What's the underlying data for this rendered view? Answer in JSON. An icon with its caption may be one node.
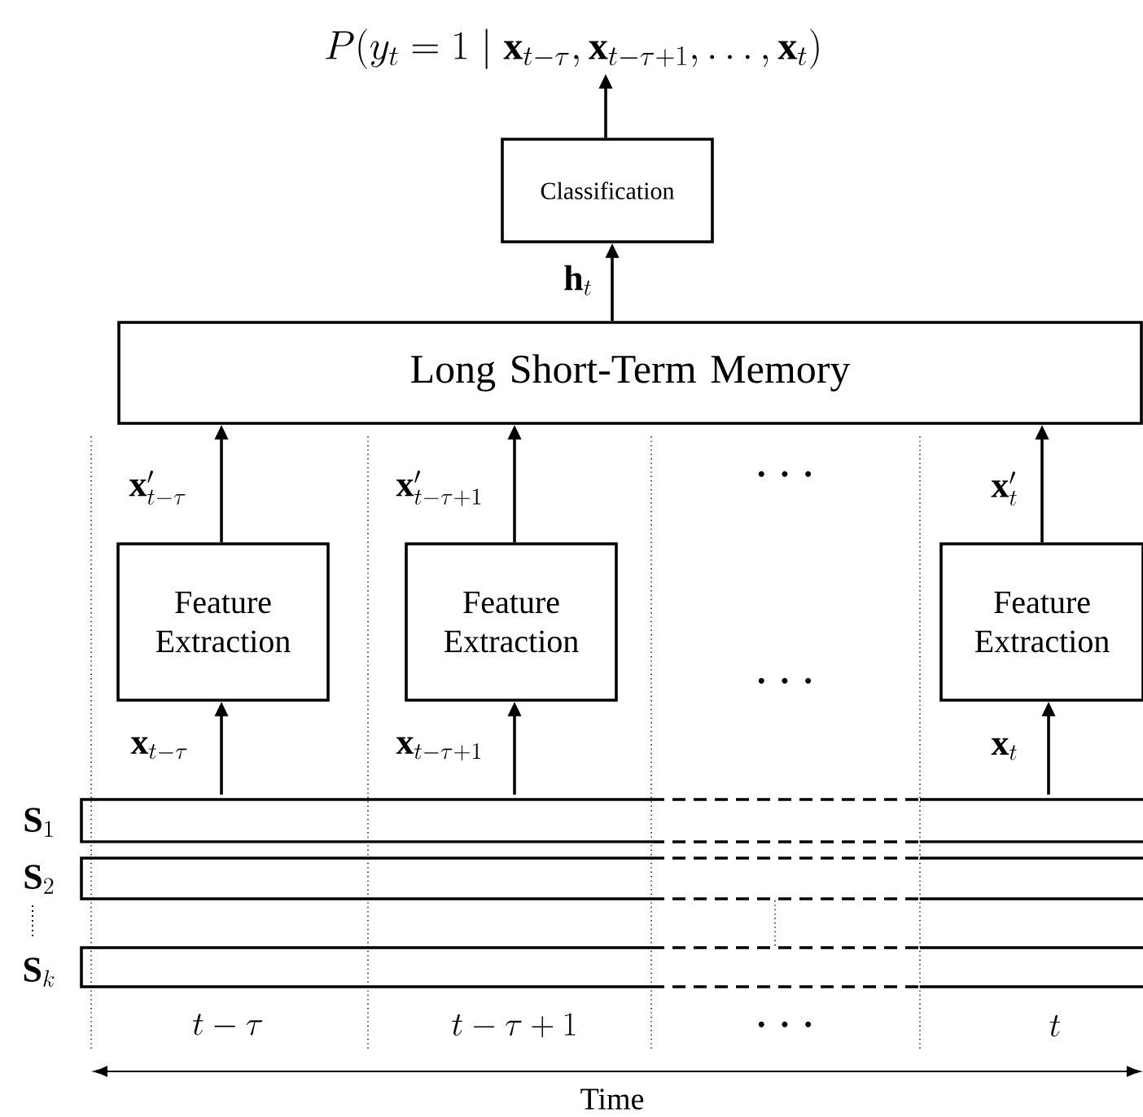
{
  "diagram": {
    "nodes": [
      {
        "text": [
          "P(y_t = 1 \\mid \\mathbf{x}_{t-\\tau}, \\mathbf{x}_{t-\\tau+1}, \\ldots, \\mathbf{x}_t)"
        ]
      },
      {
        "text": [
          "Classification"
        ]
      },
      {
        "text": [
          "Long Short-Term Memory"
        ]
      },
      {
        "text": [
          "Feature Extraction"
        ]
      },
      {
        "text": [
          "Feature Extraction"
        ]
      },
      {
        "text": [
          "Feature Extraction"
        ]
      }
    ],
    "edges": [
      {
        "from": 1,
        "to": 0,
        "arrow": "to"
      },
      {
        "from": 2,
        "to": 1,
        "arrow": "to",
        "label": "\\mathbf{h}_t"
      },
      {
        "from": 3,
        "to": 2,
        "arrow": "to",
        "label": "\\mathbf{x}'_{t-\\tau}"
      },
      {
        "from": 4,
        "to": 2,
        "arrow": "to",
        "label": "\\mathbf{x}'_{t-\\tau+1}"
      },
      {
        "from": 5,
        "to": 2,
        "arrow": "to",
        "label": "\\mathbf{x}'_t"
      },
      {
        "from": null,
        "to": 3,
        "arrow": "to",
        "label": "\\mathbf{x}_{t-\\tau}"
      },
      {
        "from": null,
        "to": 4,
        "arrow": "to",
        "label": "\\mathbf{x}_{t-\\tau+1}"
      },
      {
        "from": null,
        "to": 5,
        "arrow": "to",
        "label": "\\mathbf{x}_t"
      }
    ],
    "labels": [
      "\\mathbf{\\cdots}",
      "\\mathbf{\\cdots}",
      "\\mathbf{S}_1",
      "\\mathbf{S}_2",
      "\\mathbf{S}_k",
      "t-\\tau",
      "t-\\tau+1",
      "\\mathbf{\\cdots}",
      "t",
      "Time"
    ]
  }
}
